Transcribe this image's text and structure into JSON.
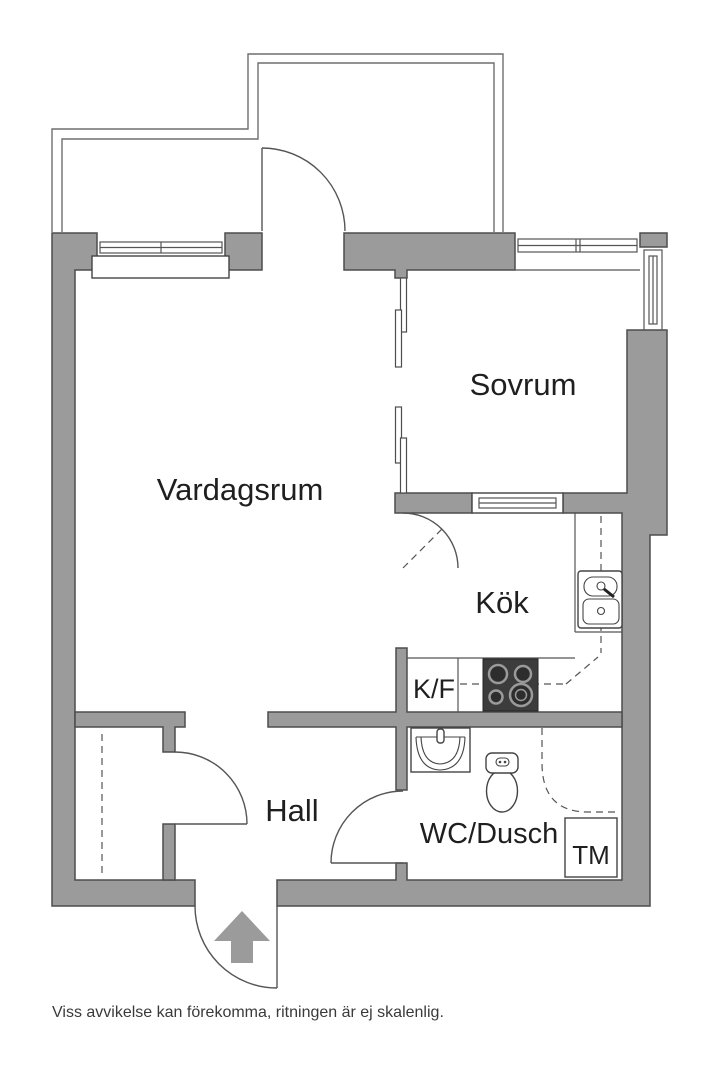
{
  "labels": {
    "vardagsrum": "Vardagsrum",
    "sovrum": "Sovrum",
    "kok": "Kök",
    "hall": "Hall",
    "wc": "WC/Dusch",
    "kf": "K/F",
    "tm": "TM"
  },
  "footer": {
    "disclaimer": "Viss avvikelse kan förekomma, ritningen är ej skalenlig."
  },
  "colors": {
    "wall": "#9b9b9b",
    "outline": "#4d4d4d",
    "stove": "#3c3c3c",
    "text": "#1f1f1f"
  }
}
